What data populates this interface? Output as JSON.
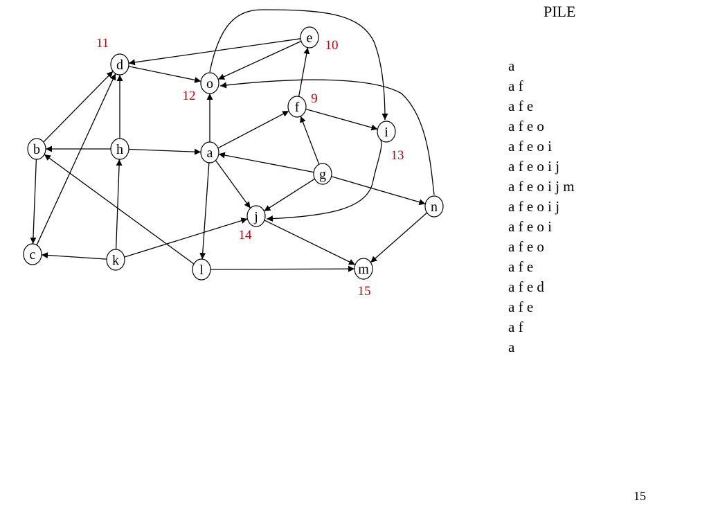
{
  "colors": {
    "order": "#cc0000",
    "ink": "#000000"
  },
  "graph": {
    "nodes": [
      {
        "id": "a",
        "label": "a"
      },
      {
        "id": "b",
        "label": "b"
      },
      {
        "id": "c",
        "label": "c"
      },
      {
        "id": "d",
        "label": "d"
      },
      {
        "id": "e",
        "label": "e"
      },
      {
        "id": "f",
        "label": "f"
      },
      {
        "id": "g",
        "label": "g"
      },
      {
        "id": "h",
        "label": "h"
      },
      {
        "id": "i",
        "label": "i"
      },
      {
        "id": "j",
        "label": "j"
      },
      {
        "id": "k",
        "label": "k"
      },
      {
        "id": "l",
        "label": "l"
      },
      {
        "id": "m",
        "label": "m"
      },
      {
        "id": "n",
        "label": "n"
      },
      {
        "id": "o",
        "label": "o"
      }
    ],
    "edges": [
      {
        "from": "a",
        "to": "o"
      },
      {
        "from": "a",
        "to": "f"
      },
      {
        "from": "a",
        "to": "j"
      },
      {
        "from": "a",
        "to": "l"
      },
      {
        "from": "f",
        "to": "e"
      },
      {
        "from": "f",
        "to": "i"
      },
      {
        "from": "e",
        "to": "o"
      },
      {
        "from": "e",
        "to": "d"
      },
      {
        "from": "o",
        "to": "i"
      },
      {
        "from": "i",
        "to": "j"
      },
      {
        "from": "j",
        "to": "m"
      },
      {
        "from": "d",
        "to": "o"
      },
      {
        "from": "g",
        "to": "a"
      },
      {
        "from": "g",
        "to": "f"
      },
      {
        "from": "g",
        "to": "j"
      },
      {
        "from": "g",
        "to": "n"
      },
      {
        "from": "n",
        "to": "o"
      },
      {
        "from": "n",
        "to": "m"
      },
      {
        "from": "h",
        "to": "a"
      },
      {
        "from": "h",
        "to": "b"
      },
      {
        "from": "h",
        "to": "d"
      },
      {
        "from": "b",
        "to": "d"
      },
      {
        "from": "b",
        "to": "c"
      },
      {
        "from": "c",
        "to": "d"
      },
      {
        "from": "k",
        "to": "c"
      },
      {
        "from": "k",
        "to": "h"
      },
      {
        "from": "k",
        "to": "j"
      },
      {
        "from": "l",
        "to": "b"
      },
      {
        "from": "l",
        "to": "m"
      }
    ],
    "order_labels": [
      {
        "node": "f",
        "text": "9"
      },
      {
        "node": "e",
        "text": "10"
      },
      {
        "node": "d",
        "text": "11"
      },
      {
        "node": "o",
        "text": "12"
      },
      {
        "node": "i",
        "text": "13"
      },
      {
        "node": "j",
        "text": "14"
      },
      {
        "node": "m",
        "text": "15"
      }
    ]
  },
  "stack": {
    "title": "PILE",
    "states": [
      "a",
      "a f",
      "a f e",
      "a f e o",
      "a f e o i",
      "a f e o i j",
      "a f e o i j m",
      "a f e o i j",
      "a f e o i",
      "a f e o",
      "a f e",
      "a f e d",
      "a f e",
      "a f",
      "a"
    ]
  },
  "page_number": "15"
}
